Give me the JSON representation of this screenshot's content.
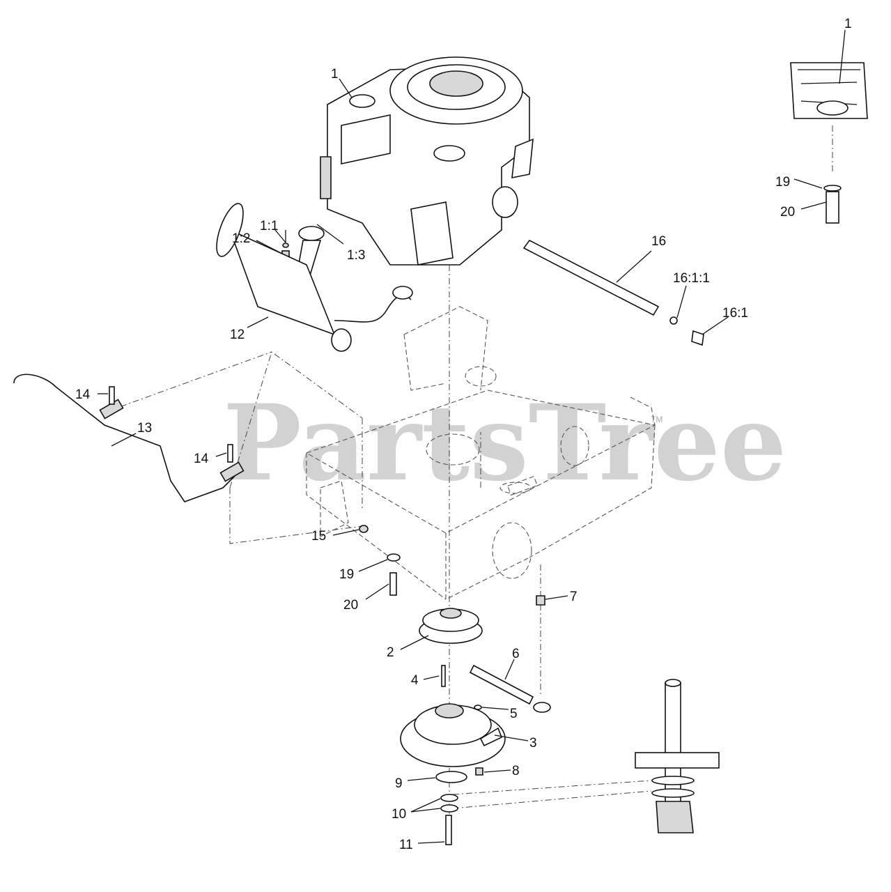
{
  "watermark": {
    "text": "PartsTree",
    "trademark": "TM"
  },
  "callouts": {
    "engine_main": "1",
    "engine_inset": "1",
    "c1_1": "1:1",
    "c1_2": "1:2",
    "c1_3": "1:3",
    "pulley": "2",
    "clutch": "3",
    "key": "4",
    "washer5": "5",
    "rod": "6",
    "nut7": "7",
    "nut8": "8",
    "washer9": "9",
    "washers10": "10",
    "bolt11": "11",
    "muffler": "12",
    "guard": "13",
    "bolt14a": "14",
    "bolt14b": "14",
    "nut15": "15",
    "drain_tube": "16",
    "drain_cap": "16:1",
    "drain_oring": "16:1:1",
    "washer19": "19",
    "washer19_inset": "19",
    "bolt20": "20",
    "bolt20_inset": "20"
  }
}
